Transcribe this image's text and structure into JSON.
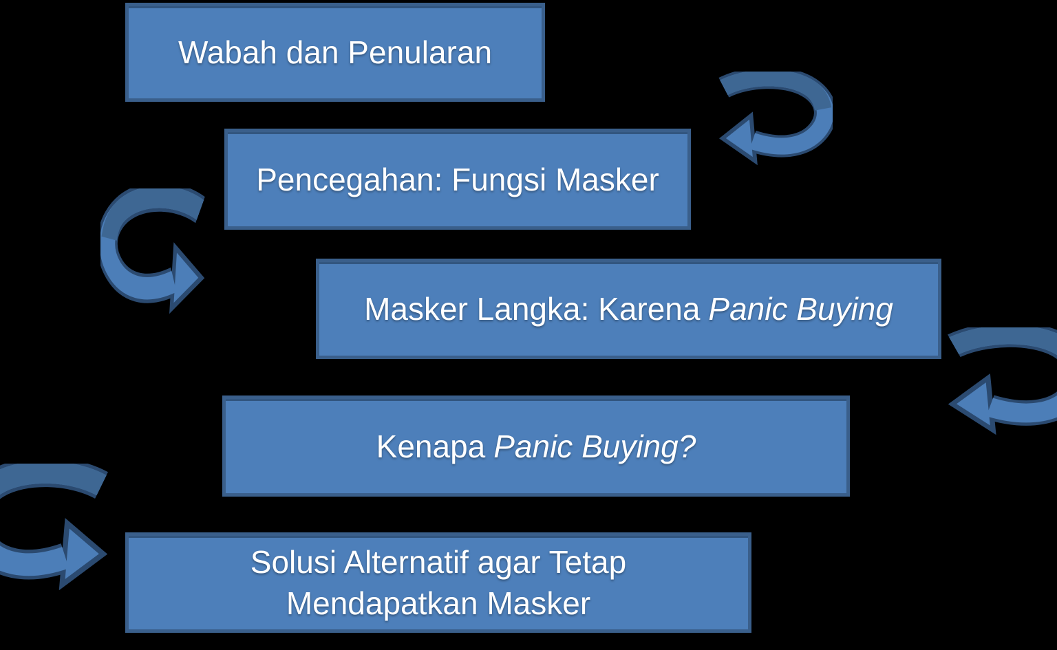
{
  "palette": {
    "background": "#000000",
    "box_fill": "#4d7fba",
    "box_border": "#3a5f8b",
    "arrow_fill": "#4c7eb8",
    "arrow_back_band": "#3e6793",
    "arrow_outline": "#2b4a70",
    "text_color": "#ffffff"
  },
  "diagram": {
    "boxes": [
      {
        "label": "Wabah dan Penularan"
      },
      {
        "label": "Pencegahan: Fungsi Masker"
      },
      {
        "label_normal": "Masker Langka: Karena",
        "label_italic": "Panic Buying"
      },
      {
        "label_normal": "Kenapa",
        "label_italic": "Panic Buying?"
      },
      {
        "label_line1": "Solusi Alternatif agar Tetap",
        "label_line2": "Mendapatkan Masker"
      }
    ],
    "arrows": [
      {
        "name": "loop-arrow-right-top",
        "direction": "points-left"
      },
      {
        "name": "loop-arrow-left-upper",
        "direction": "points-right"
      },
      {
        "name": "loop-arrow-right-lower",
        "direction": "points-left"
      },
      {
        "name": "loop-arrow-left-bottom",
        "direction": "points-right"
      }
    ]
  }
}
